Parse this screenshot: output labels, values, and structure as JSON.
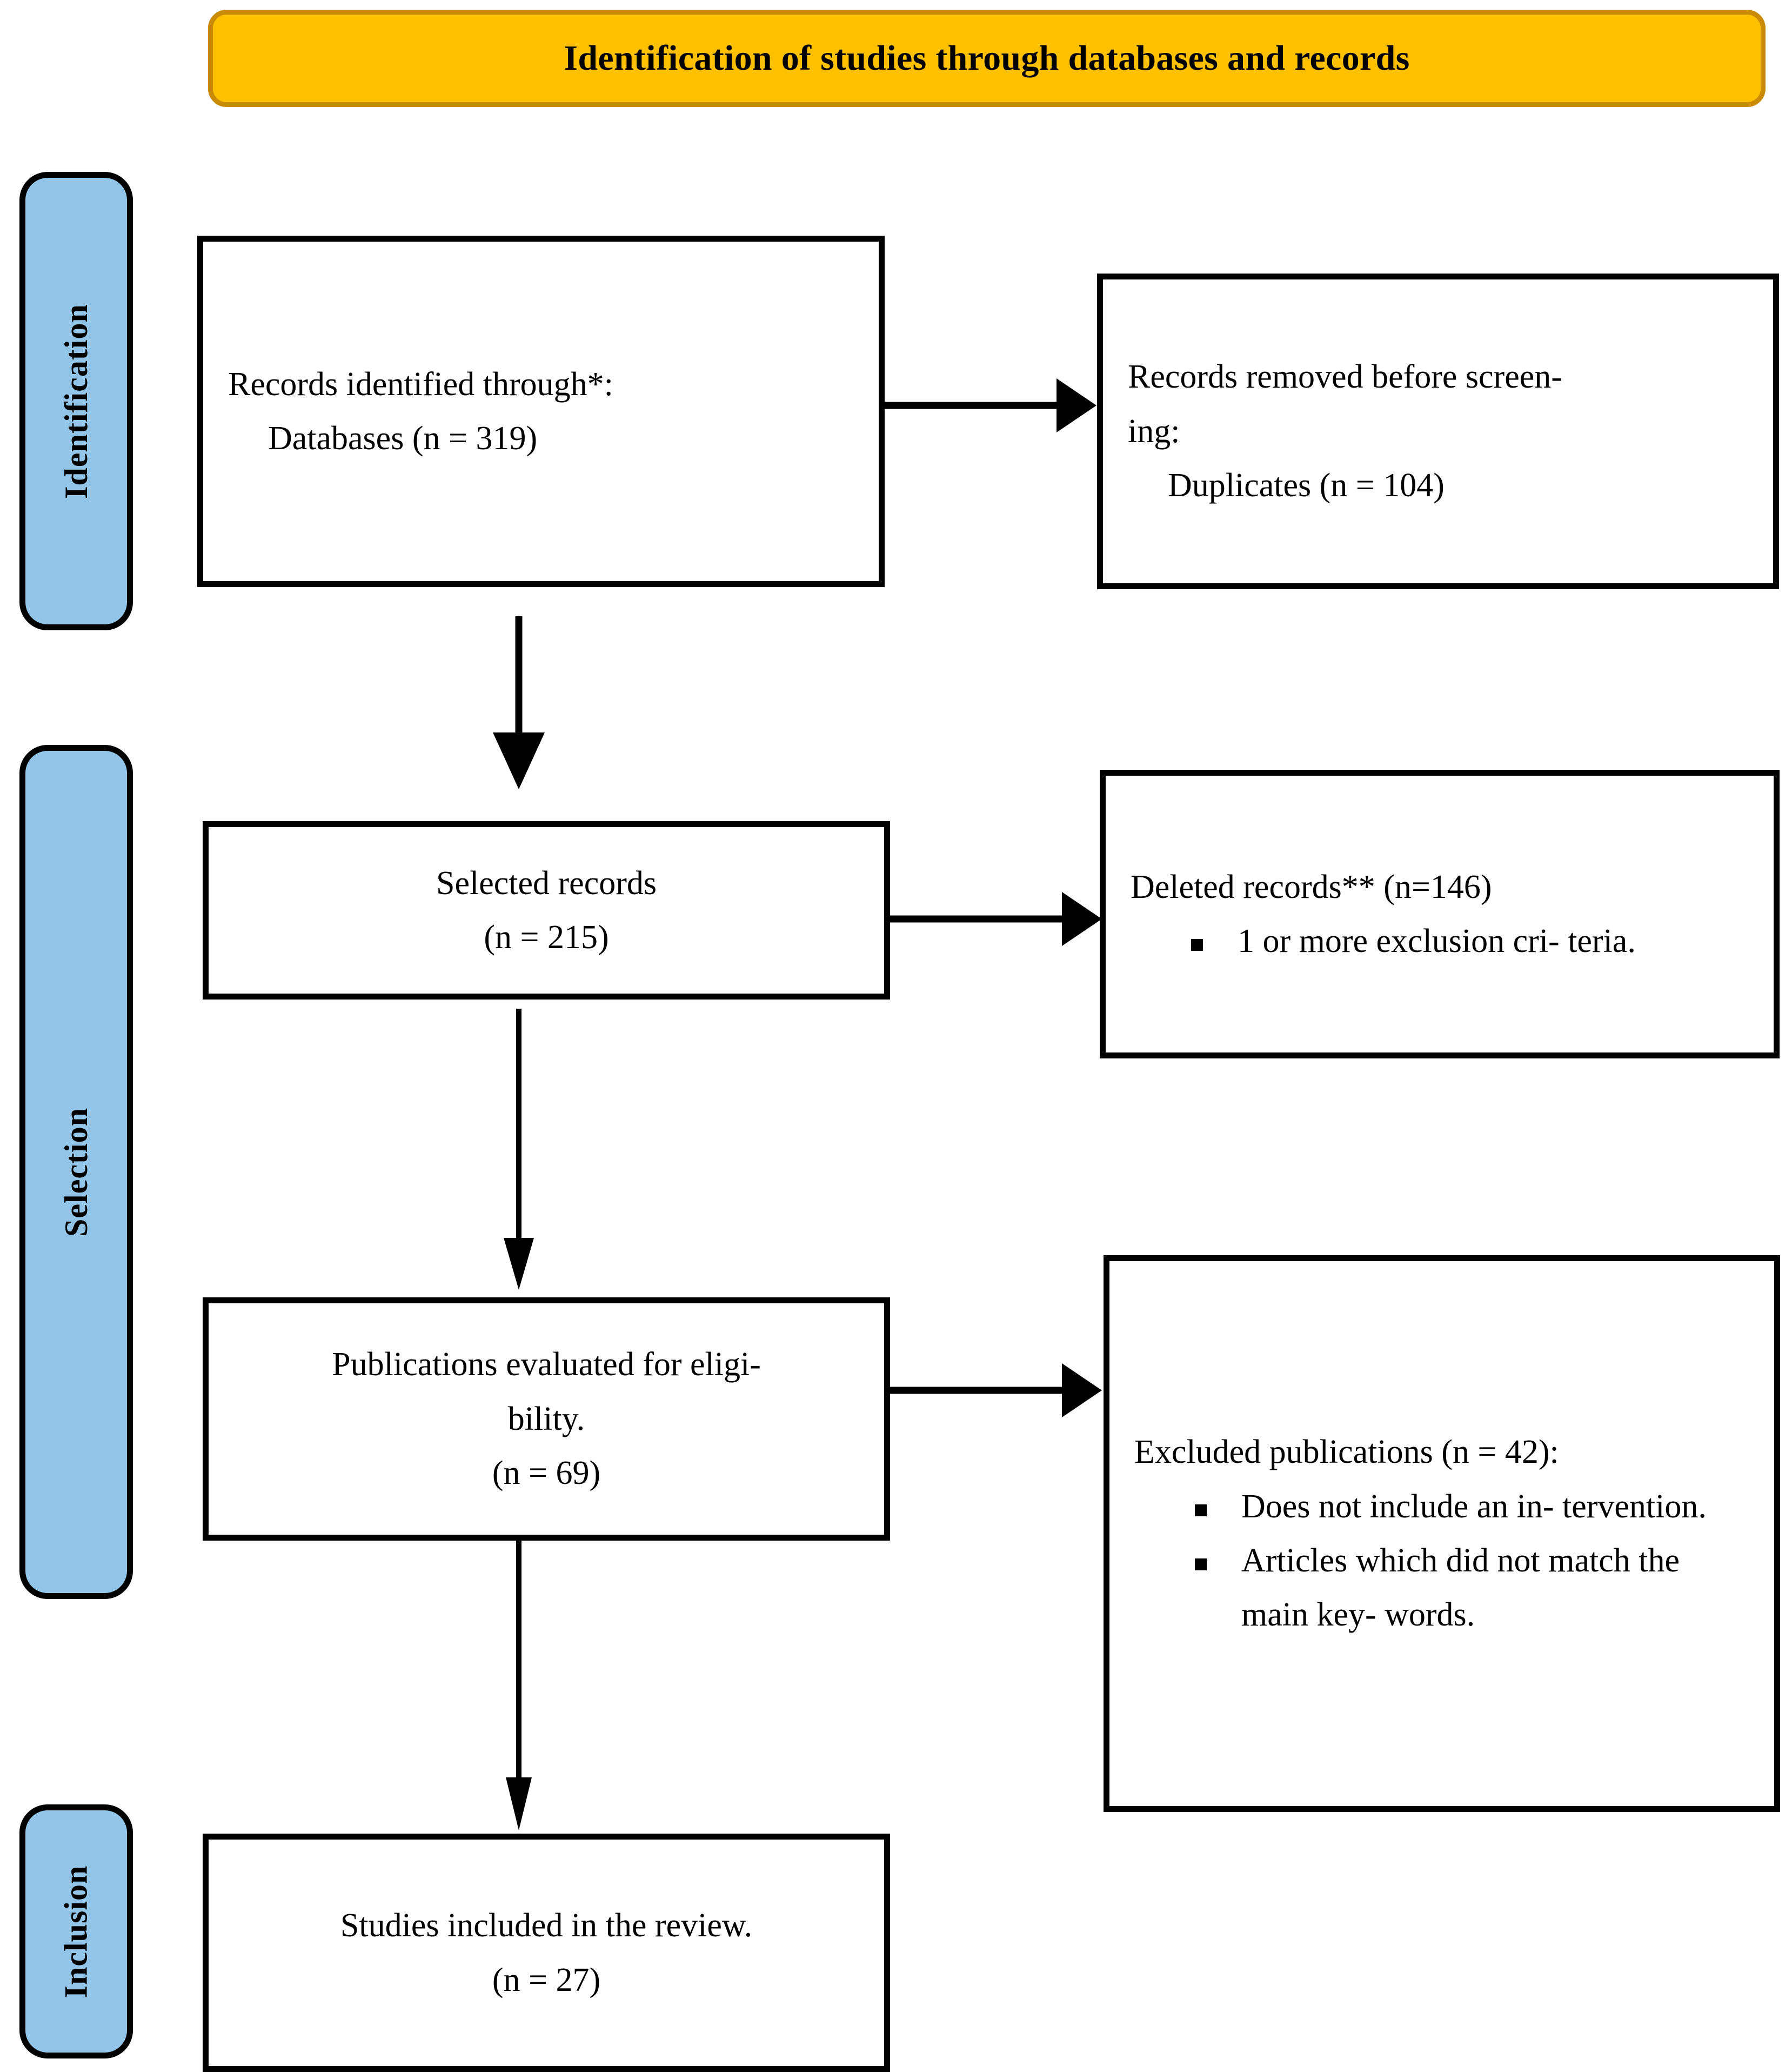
{
  "header": {
    "title": "Identification of studies through databases and records",
    "background_color": "#FFC000",
    "border_color": "#C98A06"
  },
  "stages": [
    {
      "id": "identification",
      "label": "Identification",
      "color": "#92C5E8"
    },
    {
      "id": "selection",
      "label": "Selection",
      "color": "#92C5E8"
    },
    {
      "id": "inclusion",
      "label": "Inclusion",
      "color": "#92C5E8"
    }
  ],
  "boxes": {
    "identified": {
      "line1": "Records identified through*:",
      "line2": "Databases (n = 319)",
      "n": 319
    },
    "removed": {
      "line1": "Records removed before screen-",
      "line2": "ing:",
      "line3": "Duplicates (n = 104)",
      "n": 104
    },
    "selected": {
      "line1": "Selected records",
      "line2": "(n = 215)",
      "n": 215
    },
    "deleted": {
      "heading": "Deleted records** (n=146)",
      "n": 146,
      "bullets": [
        "1 or more exclusion cri-\nteria."
      ]
    },
    "eligibility": {
      "line1": "Publications evaluated for eligi-",
      "line2": "bility.",
      "line3": "(n = 69)",
      "n": 69
    },
    "excluded": {
      "heading": "Excluded publications (n = 42):",
      "n": 42,
      "bullets": [
        "Does not include an in-\ntervention.",
        "Articles which did not\nmatch the main key-\nwords."
      ]
    },
    "included": {
      "line1": "Studies included in the review.",
      "line2": "(n = 27)",
      "n": 27
    }
  },
  "arrows": [
    {
      "id": "identified-to-removed",
      "direction": "right"
    },
    {
      "id": "identified-to-selected",
      "direction": "down"
    },
    {
      "id": "selected-to-deleted",
      "direction": "right"
    },
    {
      "id": "selected-to-eligibility",
      "direction": "down"
    },
    {
      "id": "eligibility-to-excluded",
      "direction": "right"
    },
    {
      "id": "eligibility-to-included",
      "direction": "down"
    }
  ]
}
